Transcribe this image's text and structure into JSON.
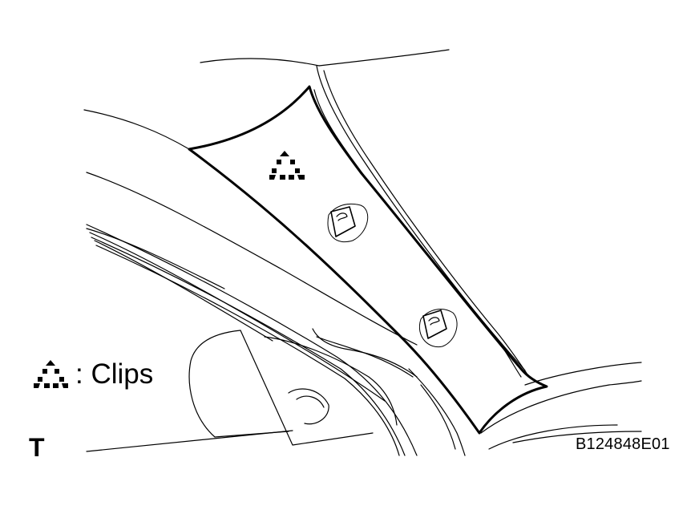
{
  "legend": {
    "symbol_icon": "dotted-triangle-icon",
    "text": ": Clips"
  },
  "section_letter": "T",
  "figure_code": "B124848E01",
  "colors": {
    "line": "#000000",
    "background": "#ffffff"
  }
}
